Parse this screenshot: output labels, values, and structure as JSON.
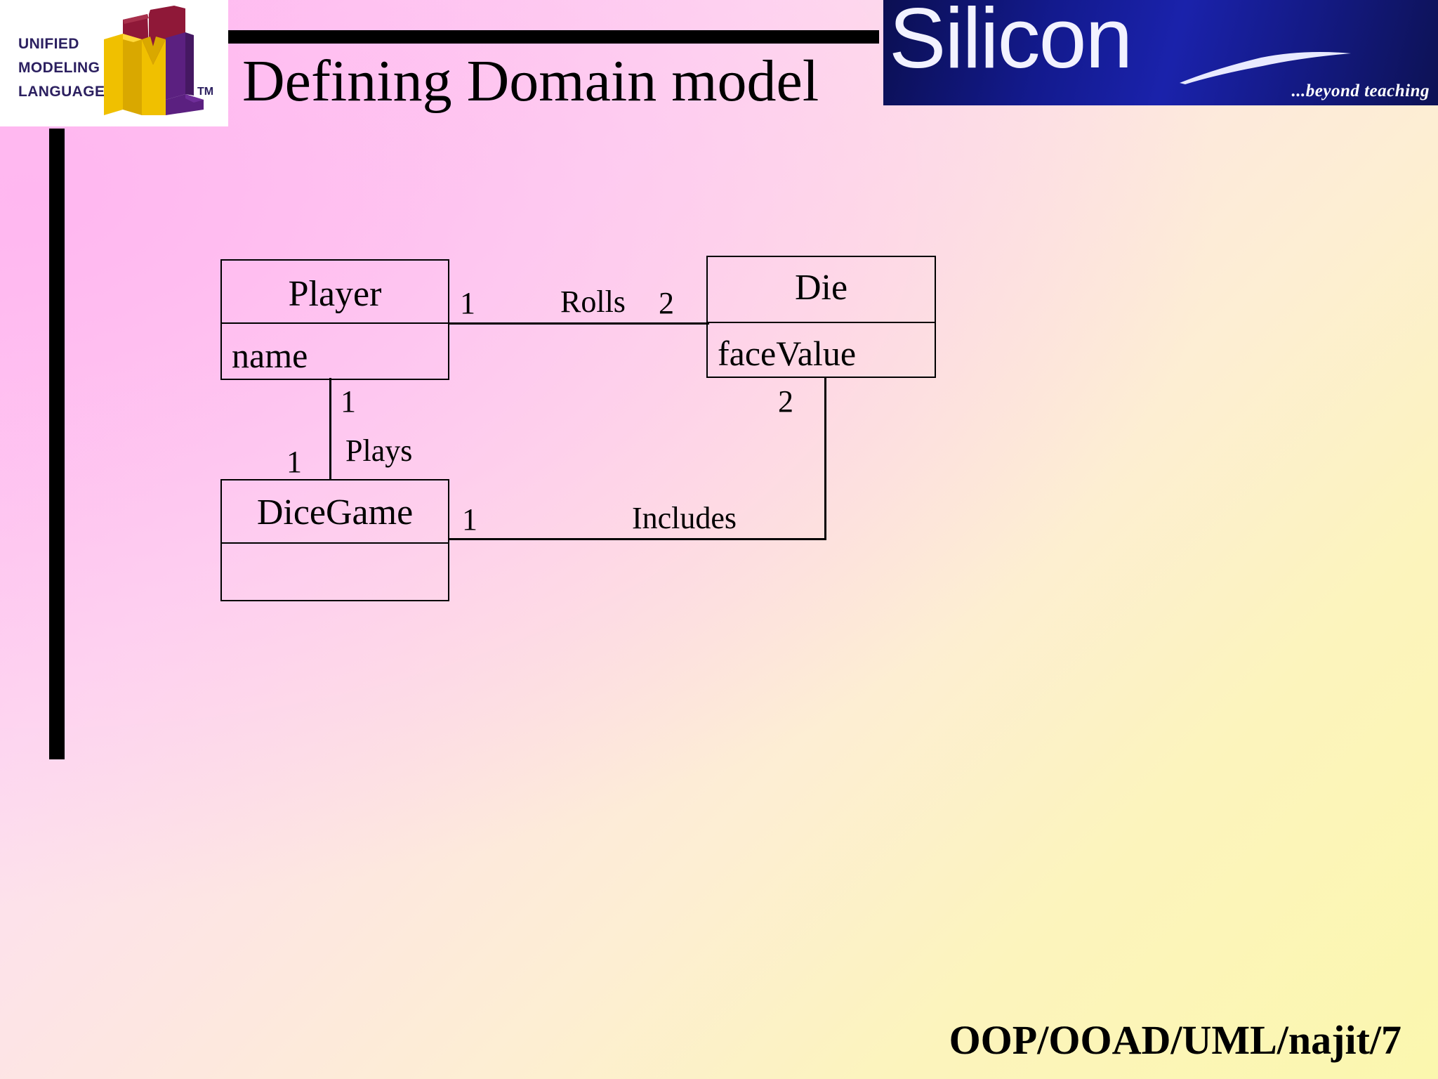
{
  "slide": {
    "title": "Defining Domain model",
    "footer": "OOP/OOAD/UML/najit/7",
    "background_colors": {
      "pink": "#fdb9ef",
      "cream": "#fbf7ae",
      "bar": "#000000"
    }
  },
  "uml_logo": {
    "line1": "UNIFIED",
    "line2": "MODELING",
    "line3": "LANGUAGE",
    "trademark": "TM",
    "text_color": "#2c2060",
    "u_color": "#8f1838",
    "m_color": "#f0c000",
    "l_color": "#5b2080"
  },
  "silicon_logo": {
    "wordmark": "Silicon",
    "tagline": "...beyond teaching",
    "background_color": "#131a8e",
    "text_color": "#f2f2ff"
  },
  "diagram": {
    "type": "uml-class-diagram",
    "classes": [
      {
        "id": "player",
        "name": "Player",
        "attributes": [
          "name"
        ]
      },
      {
        "id": "die",
        "name": "Die",
        "attributes": [
          "faceValue"
        ]
      },
      {
        "id": "dicegame",
        "name": "DiceGame",
        "attributes": [
          ""
        ]
      }
    ],
    "associations": [
      {
        "id": "rolls",
        "label": "Rolls",
        "from": "Player",
        "to": "Die",
        "from_multiplicity": "1",
        "to_multiplicity": "2"
      },
      {
        "id": "plays",
        "label": "Plays",
        "from": "Player",
        "to": "DiceGame",
        "from_multiplicity": "1",
        "to_multiplicity": "1"
      },
      {
        "id": "includes",
        "label": "Includes",
        "from": "DiceGame",
        "to": "Die",
        "from_multiplicity": "1",
        "to_multiplicity": "2"
      }
    ]
  }
}
